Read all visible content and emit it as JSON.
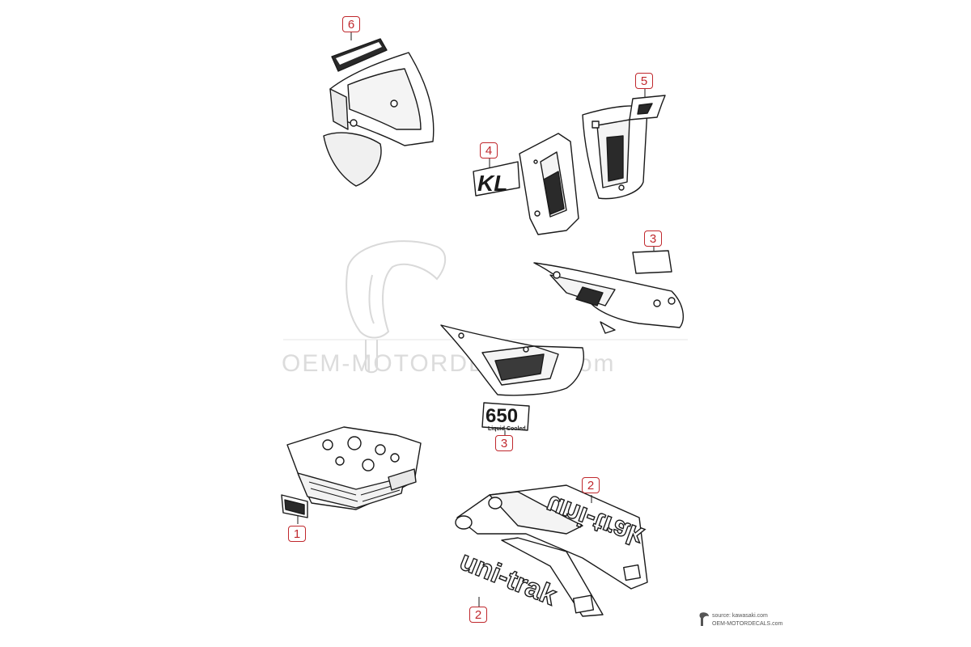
{
  "callouts": {
    "c6": "6",
    "c5": "5",
    "c4": "4",
    "c3_top": "3",
    "c3_bottom": "3",
    "c2_top": "2",
    "c2_bottom": "2",
    "c1": "1"
  },
  "decals": {
    "kl": "KL",
    "num_650": "650",
    "liquid_cooled": "Liquid Cooled",
    "unitrak_top": "uni-trak",
    "unitrak_bottom": "uni-trak"
  },
  "watermark": {
    "text": "OEM-MOTORDECALS.com"
  },
  "credit": {
    "source": "source: kawasaki.com",
    "site": "OEM-MOTORDECALS.com"
  },
  "colors": {
    "callout_red": "#c0282d",
    "line_art": "#1a1a1a",
    "watermark_gray": "#dcdcdc"
  }
}
